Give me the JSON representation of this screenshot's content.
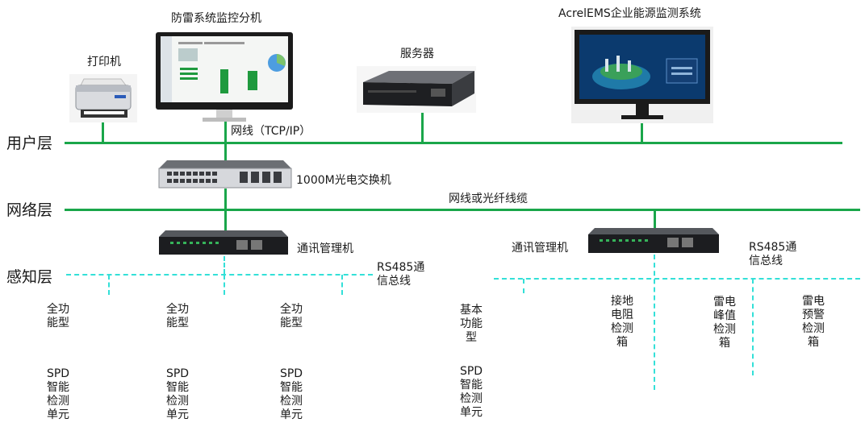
{
  "layers": {
    "user": "用户层",
    "network": "网络层",
    "sensing": "感知层"
  },
  "devices": {
    "printer": "打印机",
    "monitor_host": "防雷系统监控分机",
    "server": "服务器",
    "ems": "AcrelEMS企业能源监测系统",
    "switch": "1000M光电交换机",
    "comm_left": "通讯管理机",
    "comm_right": "通讯管理机"
  },
  "links": {
    "ethernet": "网线（TCP/IP）",
    "network_cable": "网线或光纤线缆",
    "rs485_left": "RS485通\n信总线",
    "rs485_right": "RS485通\n信总线"
  },
  "units_left": [
    {
      "type": "全功\n能型",
      "name": "SPD\n智能\n检测\n单元"
    },
    {
      "type": "全功\n能型",
      "name": "SPD\n智能\n检测\n单元"
    },
    {
      "type": "全功\n能型",
      "name": "SPD\n智能\n检测\n单元"
    }
  ],
  "unit_basic": {
    "type": "基本\n功能\n型",
    "name": "SPD\n智能\n检测\n单元"
  },
  "boxes_right": [
    {
      "name": "接地\n电阻\n检测\n箱"
    },
    {
      "name": "雷电\n峰值\n检测\n箱"
    },
    {
      "name": "雷电\n预警\n检测\n箱"
    }
  ],
  "colors": {
    "network_line": "#1aa64a",
    "bus_line": "#33e0d8"
  }
}
